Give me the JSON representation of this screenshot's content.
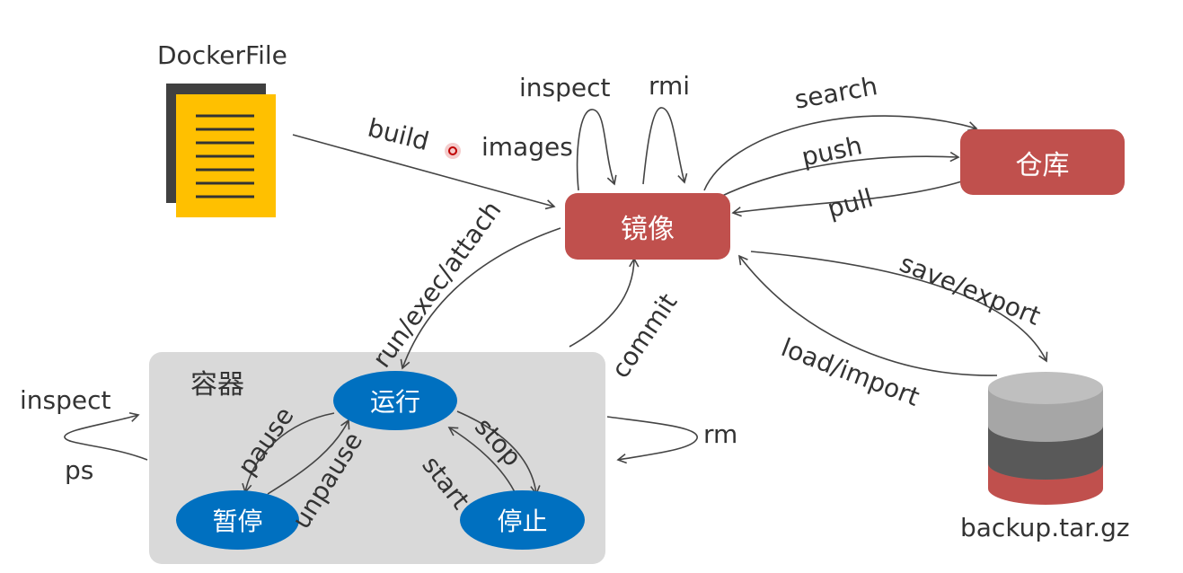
{
  "nodes": {
    "dockerfile": "DockerFile",
    "image": "镜像",
    "repository": "仓库",
    "container_group": "容器",
    "running": "运行",
    "paused": "暂停",
    "stopped": "停止",
    "backup": "backup.tar.gz"
  },
  "edges": {
    "build": "build",
    "images": "images",
    "inspect_image": "inspect",
    "rmi": "rmi",
    "search": "search",
    "push": "push",
    "pull": "pull",
    "save_export": "save/export",
    "load_import": "load/import",
    "run_exec_attach": "run/exec/attach",
    "commit": "commit",
    "pause": "pause",
    "unpause": "unpause",
    "stop": "stop",
    "start": "start",
    "rm": "rm",
    "inspect_container": "inspect",
    "ps": "ps"
  },
  "colors": {
    "node_red": "#c0504d",
    "node_blue": "#0070c0",
    "panel_gray": "#d9d9d9",
    "doc_yellow": "#ffc000",
    "doc_shadow": "#404040",
    "db_top": "#a6a6a6",
    "db_mid": "#595959",
    "db_bottom": "#c0504d"
  }
}
